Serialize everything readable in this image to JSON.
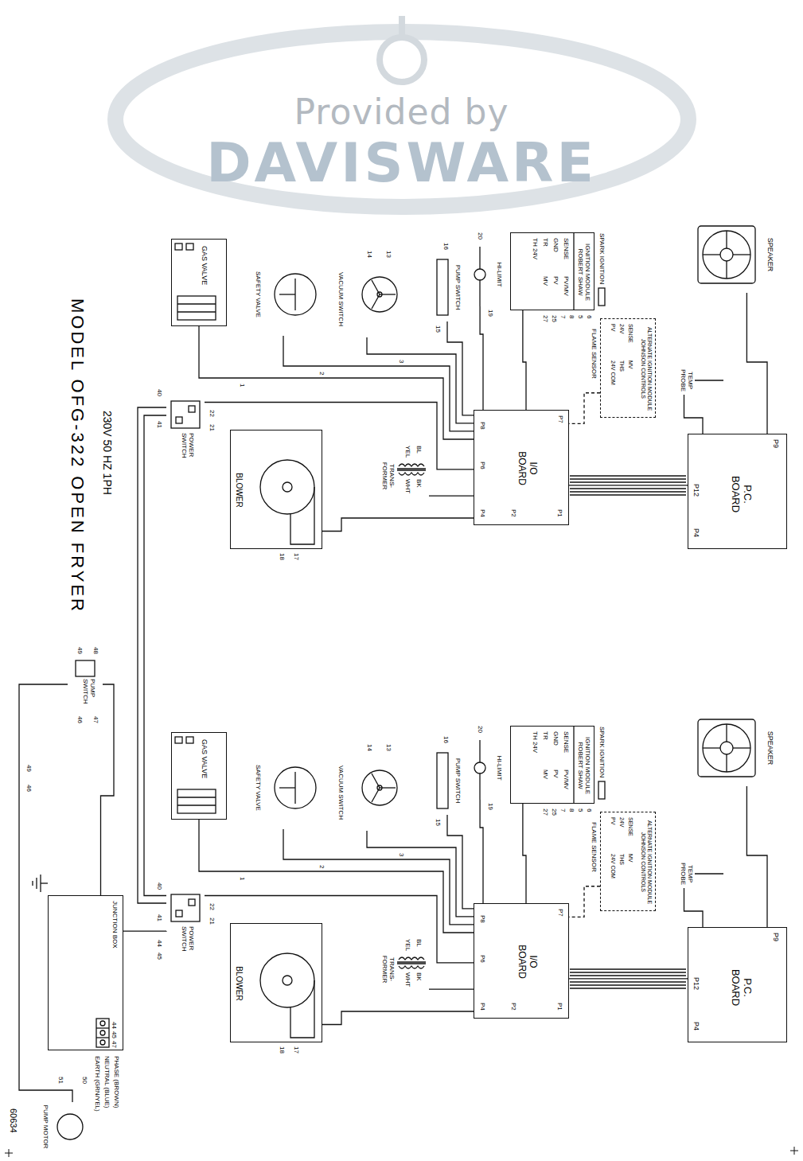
{
  "diagram": {
    "title": "MODEL OFG-322 OPEN FRYER",
    "nodes": [
      {
        "text": [
          "GAS VALVE"
        ]
      },
      {
        "text": [
          "SAFETY VALVE"
        ]
      },
      {
        "text": [
          "VACUUM SWITCH"
        ]
      },
      {
        "text": [
          "PUMP SWITCH"
        ]
      },
      {
        "text": [
          "HI-LIMIT"
        ]
      },
      {
        "text": [
          "IGNITION MODULE ROBERT SHAW",
          "SENSE",
          "GND",
          "TR",
          "TH 24V",
          "PV/MV",
          "PV",
          "MV"
        ]
      },
      {
        "text": [
          "ALTERNATE IGNITION MODULE JOHNSON CONTROLS",
          "SENSE",
          "24V",
          "PV",
          "MV",
          "THS",
          "24V COM"
        ]
      },
      {
        "text": [
          "SPEAKER"
        ]
      },
      {
        "text": [
          "TEMP PROBE"
        ]
      },
      {
        "text": [
          "P.C. BOARD",
          "P9",
          "P12",
          "P4"
        ]
      },
      {
        "text": [
          "I/O BOARD",
          "P7",
          "P1",
          "P2",
          "P4",
          "P6",
          "P8"
        ]
      },
      {
        "text": [
          "TRANS-FORMER",
          "BL",
          "YEL",
          "BK",
          "WHT"
        ]
      },
      {
        "text": [
          "BLOWER"
        ]
      },
      {
        "text": [
          "POWER SWITCH"
        ]
      },
      {
        "text": [
          "GAS VALVE"
        ]
      },
      {
        "text": [
          "SAFETY VALVE"
        ]
      },
      {
        "text": [
          "VACUUM SWITCH"
        ]
      },
      {
        "text": [
          "PUMP SWITCH"
        ]
      },
      {
        "text": [
          "HI-LIMIT"
        ]
      },
      {
        "text": [
          "IGNITION MODULE ROBERT SHAW",
          "SENSE",
          "GND",
          "TR",
          "TH 24V",
          "PV/MV",
          "PV",
          "MV"
        ]
      },
      {
        "text": [
          "ALTERNATE IGNITION MODULE JOHNSON CONTROLS",
          "SENSE",
          "24V",
          "PV",
          "MV",
          "THS",
          "24V COM"
        ]
      },
      {
        "text": [
          "SPEAKER"
        ]
      },
      {
        "text": [
          "TEMP PROBE"
        ]
      },
      {
        "text": [
          "P.C. BOARD",
          "P9",
          "P12",
          "P4"
        ]
      },
      {
        "text": [
          "I/O BOARD",
          "P7",
          "P1",
          "P2",
          "P4",
          "P6",
          "P8"
        ]
      },
      {
        "text": [
          "TRANS-FORMER",
          "BL",
          "YEL",
          "BK",
          "WHT"
        ]
      },
      {
        "text": [
          "BLOWER"
        ]
      },
      {
        "text": [
          "POWER SWITCH"
        ]
      },
      {
        "text": [
          "PUMP SWITCH"
        ]
      },
      {
        "text": [
          "JUNCTION BOX"
        ]
      },
      {
        "text": [
          "PUMP MOTOR"
        ]
      }
    ],
    "edges": [
      {
        "from": 7,
        "to": 9,
        "arrow": "none"
      },
      {
        "from": 8,
        "to": 9,
        "arrow": "none"
      },
      {
        "from": 9,
        "to": 10,
        "arrow": "none"
      },
      {
        "from": 6,
        "to": 10,
        "arrow": "none"
      },
      {
        "from": 5,
        "to": 10,
        "arrow": "none"
      },
      {
        "from": 4,
        "to": 10,
        "arrow": "none"
      },
      {
        "from": 3,
        "to": 10,
        "arrow": "none"
      },
      {
        "from": 2,
        "to": 10,
        "arrow": "none"
      },
      {
        "from": 1,
        "to": 10,
        "arrow": "none"
      },
      {
        "from": 0,
        "to": 10,
        "arrow": "none"
      },
      {
        "from": 11,
        "to": 10,
        "arrow": "none"
      },
      {
        "from": 12,
        "to": 10,
        "arrow": "none"
      },
      {
        "from": 13,
        "to": 10,
        "arrow": "none"
      },
      {
        "from": 21,
        "to": 23,
        "arrow": "none"
      },
      {
        "from": 22,
        "to": 23,
        "arrow": "none"
      },
      {
        "from": 23,
        "to": 24,
        "arrow": "none"
      },
      {
        "from": 20,
        "to": 24,
        "arrow": "none"
      },
      {
        "from": 19,
        "to": 24,
        "arrow": "none"
      },
      {
        "from": 18,
        "to": 24,
        "arrow": "none"
      },
      {
        "from": 17,
        "to": 24,
        "arrow": "none"
      },
      {
        "from": 16,
        "to": 24,
        "arrow": "none"
      },
      {
        "from": 15,
        "to": 24,
        "arrow": "none"
      },
      {
        "from": 14,
        "to": 24,
        "arrow": "none"
      },
      {
        "from": 25,
        "to": 24,
        "arrow": "none"
      },
      {
        "from": 26,
        "to": 24,
        "arrow": "none"
      },
      {
        "from": 27,
        "to": 24,
        "arrow": "none"
      },
      {
        "from": 29,
        "to": 27,
        "arrow": "none"
      },
      {
        "from": 27,
        "to": 13,
        "arrow": "none"
      },
      {
        "from": 29,
        "to": 28,
        "arrow": "none"
      },
      {
        "from": 28,
        "to": 30,
        "arrow": "none"
      }
    ],
    "labels": [
      "Provided by",
      "DAVISWARE",
      "230V 50 HZ 1PH",
      "SPARK IGNITION",
      "FLAME SENSOR",
      "6",
      "5",
      "8",
      "7",
      "25",
      "27",
      "13",
      "14",
      "16",
      "15",
      "20",
      "19",
      "18",
      "17",
      "22",
      "21",
      "40",
      "41",
      "1",
      "2",
      "3",
      "SPARK IGNITION",
      "FLAME SENSOR",
      "6",
      "5",
      "8",
      "7",
      "25",
      "27",
      "13",
      "14",
      "16",
      "15",
      "20",
      "19",
      "18",
      "17",
      "22",
      "21",
      "40",
      "41",
      "1",
      "2",
      "3",
      "44",
      "45",
      "48",
      "49",
      "47",
      "46",
      "44",
      "45",
      "47",
      "PHASE (BROWN)",
      "NEUTRAL (BLUE)",
      "EARTH (GRN/YEL)",
      "49",
      "46",
      "50",
      "51",
      "60634"
    ]
  }
}
